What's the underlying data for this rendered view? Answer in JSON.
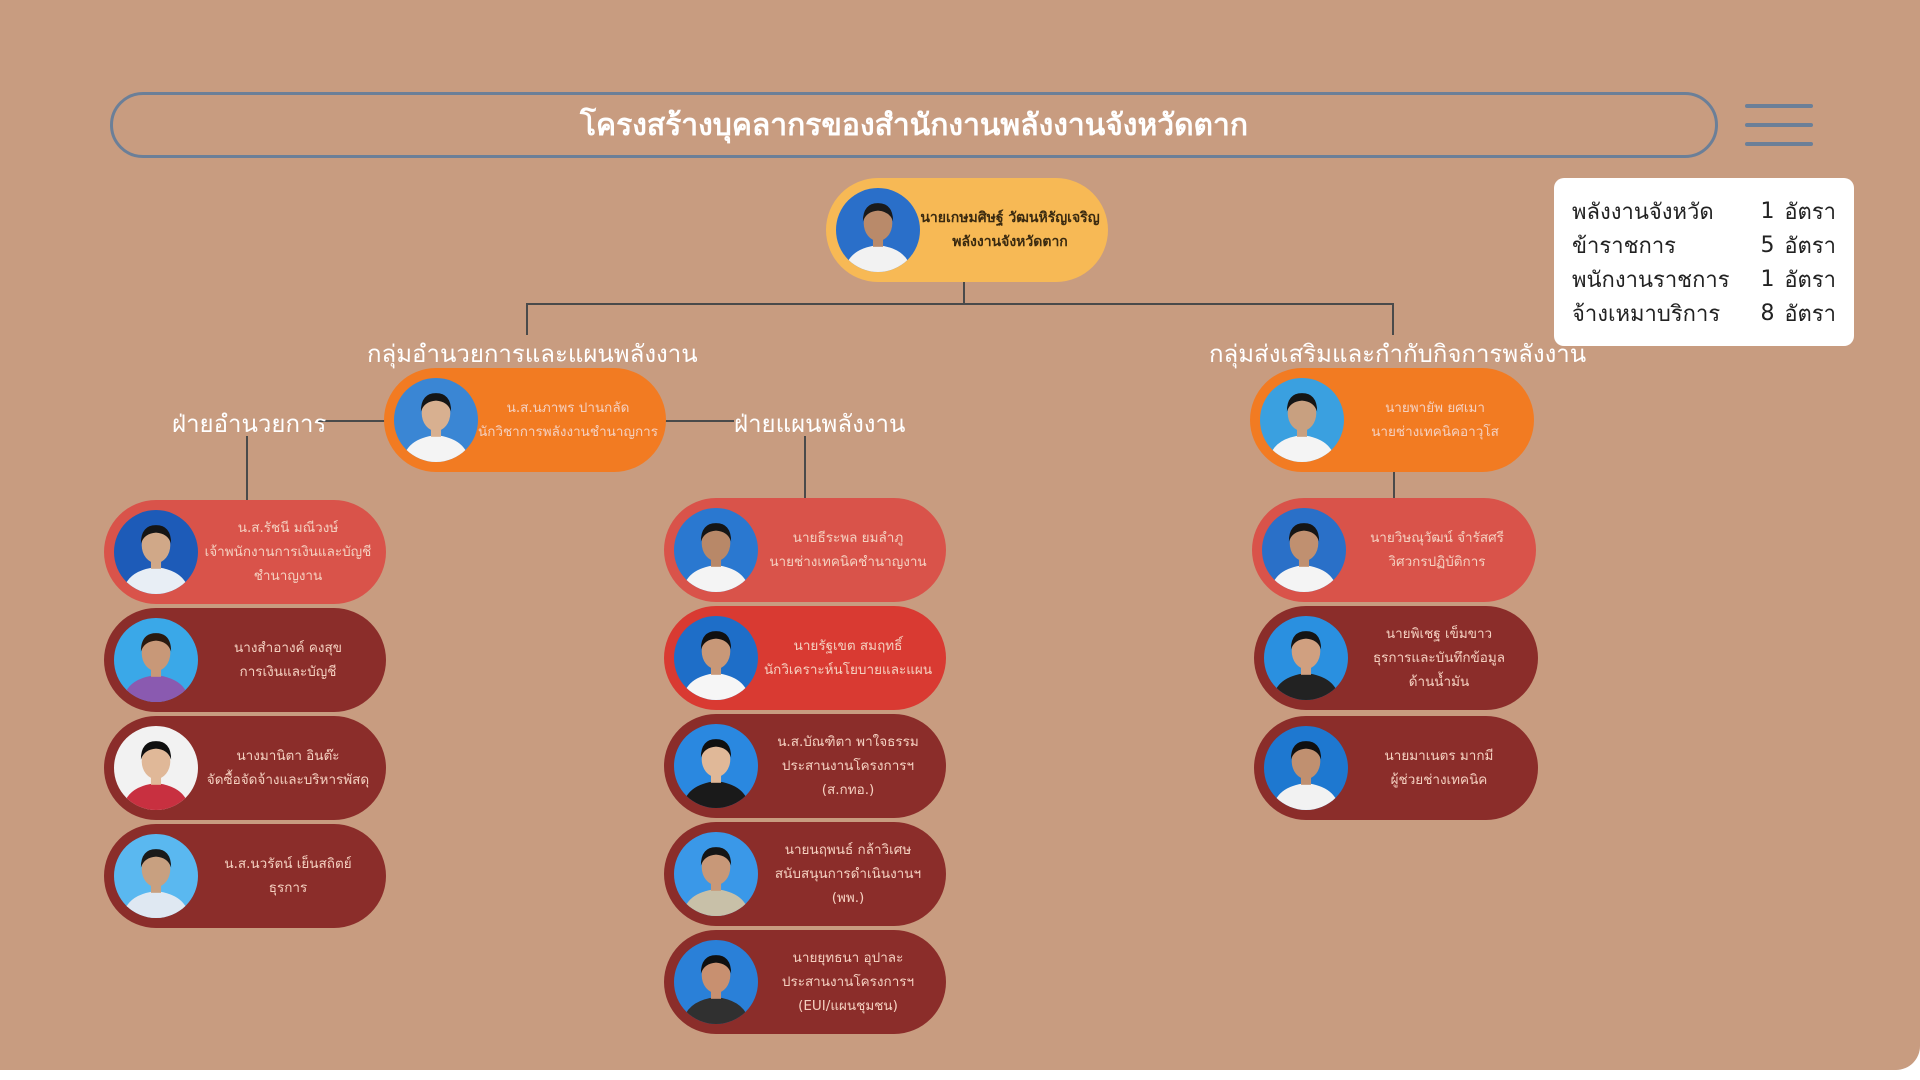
{
  "page": {
    "title": "โครงสร้างบุคลากรของสำนักงานพลังงานจังหวัดตาก",
    "menu_icon": "hamburger-menu-icon"
  },
  "stats": [
    {
      "label": "พลังงานจังหวัด",
      "count": "1",
      "unit": "อัตรา"
    },
    {
      "label": "ข้าราชการ",
      "count": "5",
      "unit": "อัตรา"
    },
    {
      "label": "พนักงานราชการ",
      "count": "1",
      "unit": "อัตรา"
    },
    {
      "label": "จ้างเหมาบริการ",
      "count": "8",
      "unit": "อัตรา"
    }
  ],
  "head": {
    "name": "นายเกษมศิษฐ์ วัฒนหิรัญเจริญ",
    "position": "พลังงานจังหวัดตาก",
    "photo_colors": {
      "bg": "#2a6fc9",
      "shirt": "#f2f2f2",
      "skin": "#b98a6a",
      "hair": "#1a1a1a"
    }
  },
  "groups": {
    "admin_plan": {
      "title": "กลุ่มอำนวยการและแผนพลังงาน"
    },
    "promotion": {
      "title": "กลุ่มส่งเสริมและกำกับกิจการพลังงาน"
    }
  },
  "sections": {
    "admin": {
      "title": "ฝ่ายอำนวยการ"
    },
    "plan": {
      "title": "ฝ่ายแผนพลังงาน"
    }
  },
  "leads": {
    "admin_plan": {
      "lines": [
        "น.ส.นภาพร ปานกลัด",
        "นักวิชาการพลังงานชำนาญการ"
      ],
      "photo_colors": {
        "bg": "#3a86d4",
        "shirt": "#f4f4f4",
        "skin": "#d8b090",
        "hair": "#151515"
      }
    },
    "promotion": {
      "lines": [
        "นายพายัพ ยศเมา",
        "นายช่างเทคนิคอาวุโส"
      ],
      "photo_colors": {
        "bg": "#3aa0e0",
        "shirt": "#f4f4f4",
        "skin": "#c8a080",
        "hair": "#151515"
      }
    }
  },
  "admin_staff": [
    {
      "lines": [
        "น.ส.รัชนี มณีวงษ์",
        "เจ้าพนักงานการเงินและบัญชี",
        "ชำนาญงาน"
      ],
      "photo_colors": {
        "bg": "#1d5bb8",
        "shirt": "#e8eef5",
        "skin": "#d0a888",
        "hair": "#151515"
      }
    },
    {
      "lines": [
        "นางสำอางค์ คงสุข",
        "การเงินและบัญชี"
      ],
      "photo_colors": {
        "bg": "#3aa8e8",
        "shirt": "#8a5ab0",
        "skin": "#c89878",
        "hair": "#2a1a10"
      }
    },
    {
      "lines": [
        "นางมานิตา อินต๊ะ",
        "จัดซื้อจัดจ้างและบริหารพัสดุ"
      ],
      "photo_colors": {
        "bg": "#f2f2f2",
        "shirt": "#c83040",
        "skin": "#e0b898",
        "hair": "#101010"
      }
    },
    {
      "lines": [
        "น.ส.นวรัตน์ เย็นสถิตย์",
        "ธุรการ"
      ],
      "photo_colors": {
        "bg": "#5ab8f0",
        "shirt": "#dfe8f2",
        "skin": "#c8a080",
        "hair": "#1a1a1a"
      }
    }
  ],
  "plan_staff": [
    {
      "lines": [
        "นายธีระพล ยมลำภู",
        "นายช่างเทคนิคชำนาญงาน"
      ],
      "photo_colors": {
        "bg": "#2a78d0",
        "shirt": "#f4f4f4",
        "skin": "#b88868",
        "hair": "#151515"
      }
    },
    {
      "lines": [
        "นายรัฐเขต สมฤทธิ์",
        "นักวิเคราะห์นโยบายและแผน"
      ],
      "photo_colors": {
        "bg": "#1e6ec8",
        "shirt": "#f6f6f6",
        "skin": "#c89878",
        "hair": "#101010"
      }
    },
    {
      "lines": [
        "น.ส.บัณฑิตา พาใจธรรม",
        "ประสานงานโครงการฯ",
        "(ส.กทอ.)"
      ],
      "photo_colors": {
        "bg": "#2a88e0",
        "shirt": "#1a1a1a",
        "skin": "#e0b898",
        "hair": "#101010"
      }
    },
    {
      "lines": [
        "นายนฤพนธ์ กล้าวิเศษ",
        "สนับสนุนการดำเนินงานฯ",
        "(พพ.)"
      ],
      "photo_colors": {
        "bg": "#3a98e8",
        "shirt": "#c8c0a8",
        "skin": "#c89878",
        "hair": "#151515"
      }
    },
    {
      "lines": [
        "นายยุทธนา อุปาละ",
        "ประสานงานโครงการฯ",
        "(EUI/แผนชุมชน)"
      ],
      "photo_colors": {
        "bg": "#2a80d8",
        "shirt": "#303030",
        "skin": "#c89070",
        "hair": "#101010"
      }
    }
  ],
  "promotion_staff": [
    {
      "lines": [
        "นายวิษณุวัฒน์ จำรัสศรี",
        "วิศวกรปฏิบัติการ"
      ],
      "photo_colors": {
        "bg": "#2a70c8",
        "shirt": "#f4f4f4",
        "skin": "#c09070",
        "hair": "#151515"
      }
    },
    {
      "lines": [
        "นายพิเชฐ เข็มขาว",
        "ธุรการและบันทึกข้อมูล",
        "ด้านน้ำมัน"
      ],
      "photo_colors": {
        "bg": "#2a90e0",
        "shirt": "#222222",
        "skin": "#d0a080",
        "hair": "#151515"
      }
    },
    {
      "lines": [
        "นายมาเนตร มากมี",
        "ผู้ช่วยช่างเทคนิค"
      ],
      "photo_colors": {
        "bg": "#1e78d0",
        "shirt": "#f2f2f2",
        "skin": "#c09070",
        "hair": "#101010"
      }
    }
  ]
}
